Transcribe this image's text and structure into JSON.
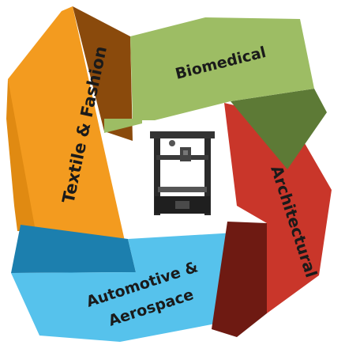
{
  "diagram": {
    "segments": [
      {
        "id": "textile",
        "label": "Textile & Fashion",
        "color": "#f39b1f",
        "shade": "#8a4a0c"
      },
      {
        "id": "biomedical",
        "label": "Biomedical",
        "color": "#9dbd64",
        "shade": "#5d7a36"
      },
      {
        "id": "architectural",
        "label": "Architectural",
        "color": "#c9362a",
        "shade": "#6e1a12"
      },
      {
        "id": "automotive",
        "label_line1": "Automotive &",
        "label_line2": "Aerospace",
        "color": "#56c2ec",
        "shade": "#1c7fae"
      }
    ],
    "center": {
      "icon": "3d-printer-icon"
    }
  }
}
